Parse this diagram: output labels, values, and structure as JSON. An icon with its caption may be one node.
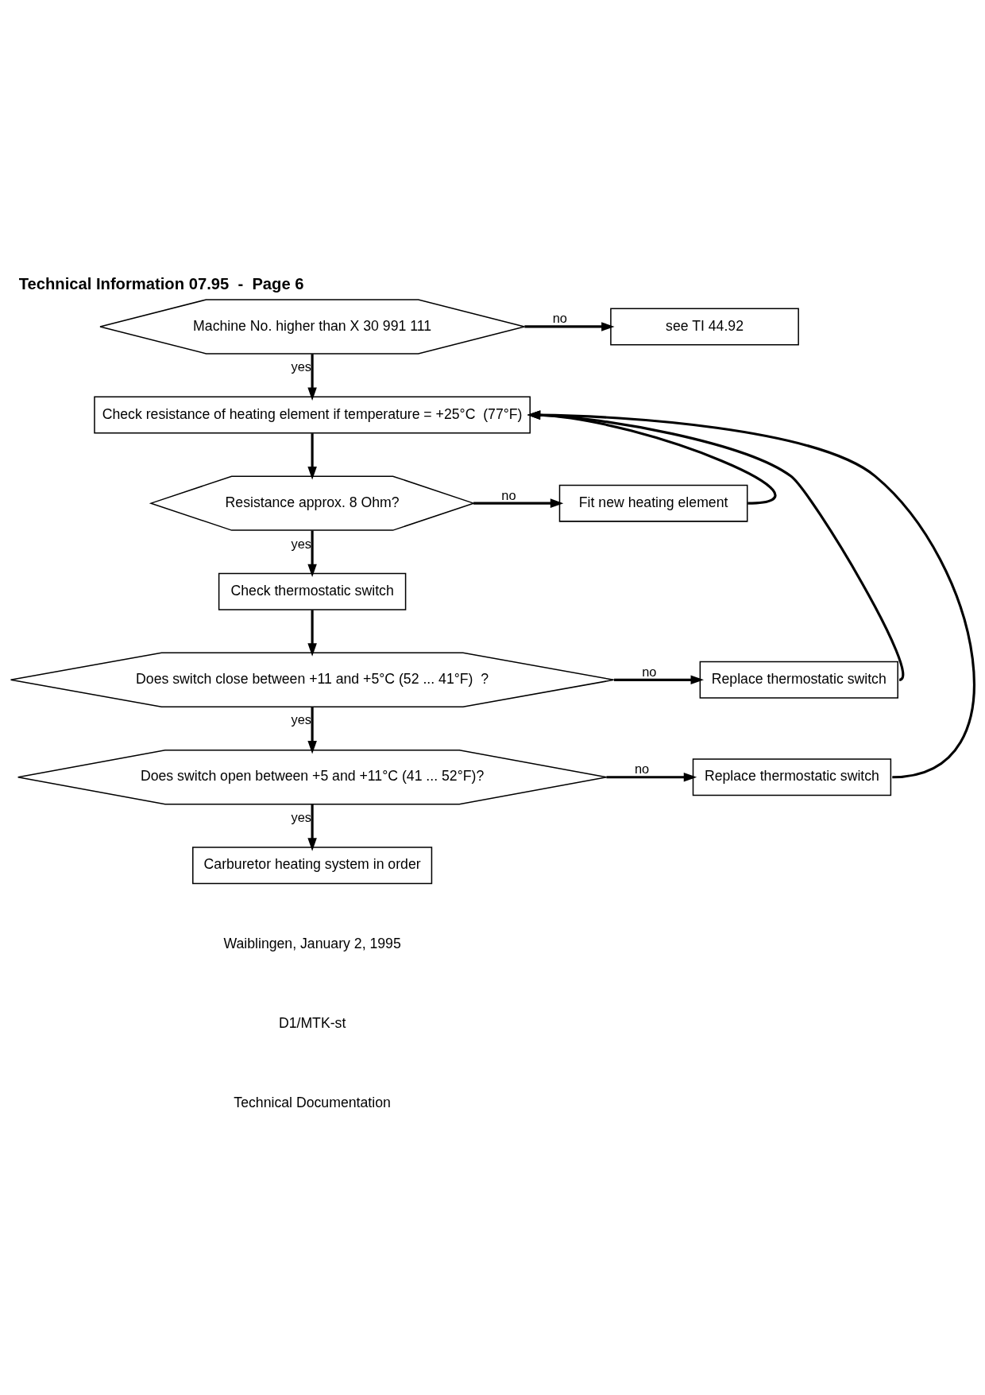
{
  "diagram": {
    "title": "Technical Information 07.95  -  Page 6",
    "nodes": [
      {
        "text": [
          "Machine No. higher than X 30 991 111"
        ]
      },
      {
        "text": [
          "see TI 44.92"
        ]
      },
      {
        "text": [
          "Check resistance of heating element if temperature = +25°C  (77°F)"
        ]
      },
      {
        "text": [
          "Resistance approx. 8 Ohm?"
        ]
      },
      {
        "text": [
          "Fit new heating element"
        ]
      },
      {
        "text": [
          "Check thermostatic switch"
        ]
      },
      {
        "text": [
          "Does switch close between +11 and +5°C (52 ... 41°F)  ?"
        ]
      },
      {
        "text": [
          "Replace thermostatic switch"
        ]
      },
      {
        "text": [
          "Does switch open between +5 and +11°C (41 ... 52°F)?"
        ]
      },
      {
        "text": [
          "Replace thermostatic switch"
        ]
      },
      {
        "text": [
          "Carburetor heating system in order"
        ]
      }
    ],
    "edges": [
      {
        "from": 0,
        "to": 1,
        "arrow": "to",
        "label": "no"
      },
      {
        "from": 0,
        "to": 2,
        "arrow": "to",
        "label": "yes"
      },
      {
        "from": 2,
        "to": 3,
        "arrow": "to"
      },
      {
        "from": 3,
        "to": 4,
        "arrow": "to",
        "label": "no"
      },
      {
        "from": 3,
        "to": 5,
        "arrow": "to",
        "label": "yes"
      },
      {
        "from": 5,
        "to": 6,
        "arrow": "to"
      },
      {
        "from": 6,
        "to": 7,
        "arrow": "to",
        "label": "no"
      },
      {
        "from": 6,
        "to": 8,
        "arrow": "to",
        "label": "yes"
      },
      {
        "from": 8,
        "to": 9,
        "arrow": "to",
        "label": "no"
      },
      {
        "from": 8,
        "to": 10,
        "arrow": "to",
        "label": "yes"
      },
      {
        "from": 4,
        "to": 2,
        "arrow": "to"
      },
      {
        "from": 7,
        "to": 2,
        "arrow": "to"
      },
      {
        "from": 9,
        "to": 2,
        "arrow": "to"
      }
    ],
    "labels": [
      "Waiblingen, January 2, 1995",
      "D1/MTK-st",
      "Technical Documentation"
    ]
  }
}
